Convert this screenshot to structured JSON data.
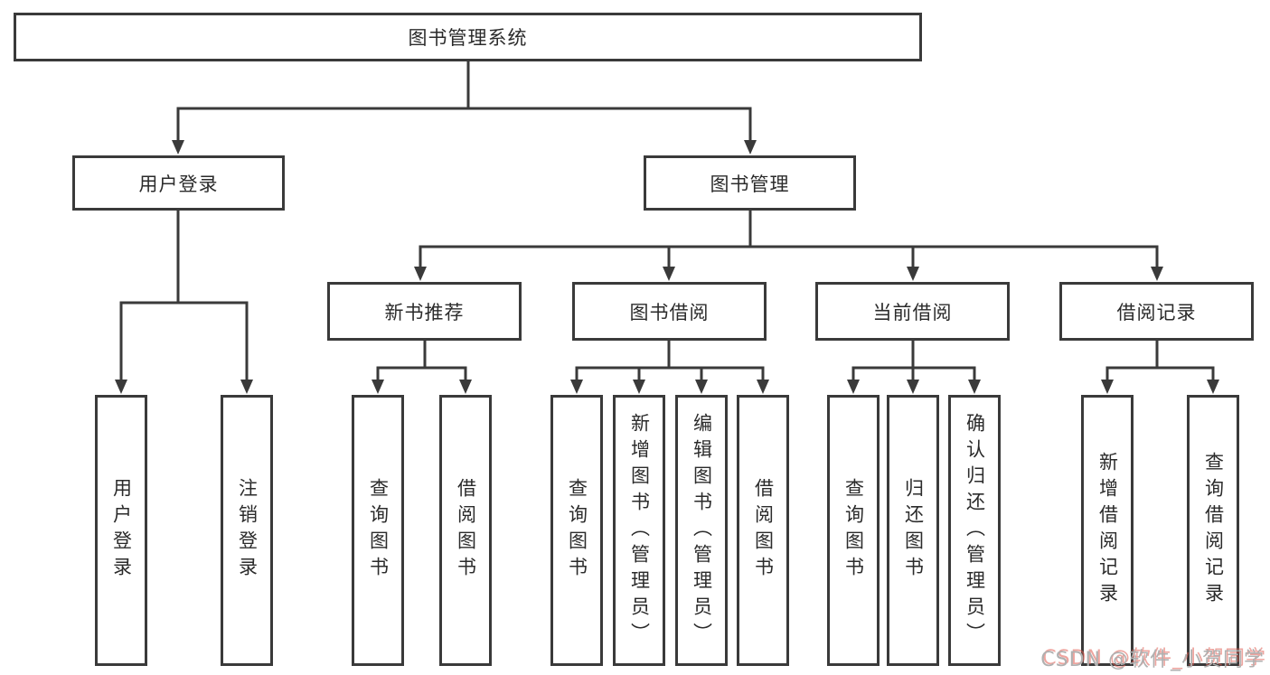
{
  "diagram": {
    "root": {
      "label": "图书管理系统",
      "children": [
        {
          "label": "用户登录",
          "children": [
            {
              "label": "用户登录"
            },
            {
              "label": "注销登录"
            }
          ]
        },
        {
          "label": "图书管理",
          "children": [
            {
              "label": "新书推荐",
              "children": [
                {
                  "label": "查询图书"
                },
                {
                  "label": "借阅图书"
                }
              ]
            },
            {
              "label": "图书借阅",
              "children": [
                {
                  "label": "查询图书"
                },
                {
                  "label": "新增图书（管理员）"
                },
                {
                  "label": "编辑图书（管理员）"
                },
                {
                  "label": "借阅图书"
                }
              ]
            },
            {
              "label": "当前借阅",
              "children": [
                {
                  "label": "查询图书"
                },
                {
                  "label": "归还图书"
                },
                {
                  "label": "确认归还（管理员）"
                }
              ]
            },
            {
              "label": "借阅记录",
              "children": [
                {
                  "label": "新增借阅记录"
                },
                {
                  "label": "查询借阅记录"
                }
              ]
            }
          ]
        }
      ]
    }
  },
  "watermark": {
    "text": "CSDN @软件_小贺同学"
  },
  "colors": {
    "line": "#3a3a3a",
    "text": "#2b2b2b",
    "background": "#ffffff",
    "watermark_gray": "#b0b0b0",
    "watermark_accent": "#e05b50"
  }
}
